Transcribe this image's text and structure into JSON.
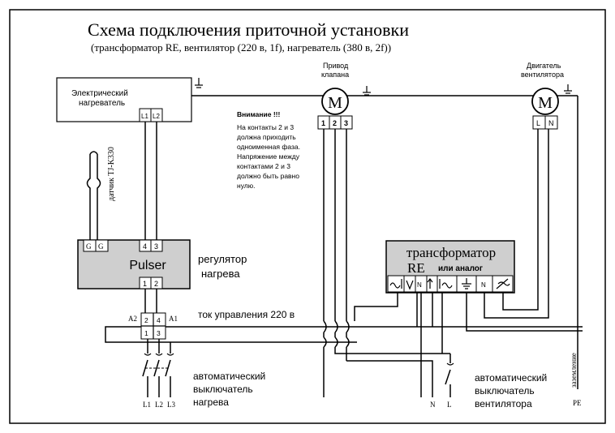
{
  "title": "Схема подключения приточной установки",
  "subtitle": "(трансформатор RE, вентилятор (220 в, 1f), нагреватель (380 в, 2f))",
  "heater": {
    "label_line1": "Электрический",
    "label_line2": "нагреватель",
    "terminals": [
      "L1",
      "L2"
    ]
  },
  "valve": {
    "label_line1": "Привод",
    "label_line2": "клапана",
    "motor_symbol": "M",
    "terminals": [
      "1",
      "2",
      "3"
    ]
  },
  "fan": {
    "label_line1": "Двигатель",
    "label_line2": "вентилятора",
    "motor_symbol": "M",
    "terminals": [
      "L",
      "N"
    ]
  },
  "warning": {
    "title": "Внимание !!!",
    "lines": [
      "На контакты 2 и 3",
      "должна приходить",
      "одноименная фаза.",
      "Напряжение между",
      "контактами 2 и 3",
      "должно быть равно",
      "нулю."
    ]
  },
  "sensor_label": "датчик TJ-K330",
  "pulser": {
    "name": "Pulser",
    "top_terminals": [
      "G",
      "G",
      "4",
      "3"
    ],
    "bottom_terminals": [
      "1",
      "2"
    ]
  },
  "regulator_label": {
    "line1": "регулятор",
    "line2": "нагрева"
  },
  "transformer": {
    "line1": "трансформатор",
    "line2": "RE",
    "line2b": "или аналог",
    "terminal_N1": "N",
    "terminal_N2": "N"
  },
  "relay": {
    "a2": "A2",
    "a1": "A1",
    "top": [
      "2",
      "4"
    ],
    "bottom": [
      "1",
      "3"
    ]
  },
  "control_current": "ток управления 220 в",
  "breaker_heater": {
    "line1": "автоматический",
    "line2": "выключатель",
    "line3": "нагрева",
    "phases": [
      "L1",
      "L2",
      "L3"
    ]
  },
  "breaker_fan": {
    "line1": "автоматический",
    "line2": "выключатель",
    "line3": "вентилятора",
    "n": "N",
    "l": "L"
  },
  "ground": {
    "label": "заземление",
    "pe": "PE"
  }
}
